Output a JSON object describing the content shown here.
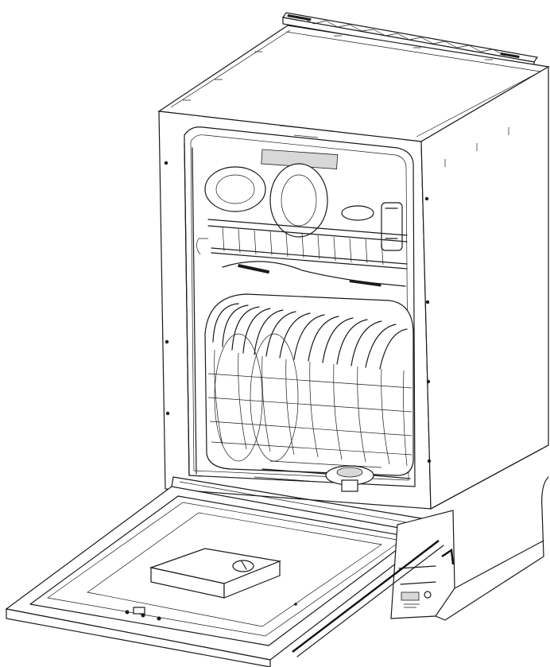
{
  "diagram": {
    "parts": [
      "mounting-bracket",
      "cabinet-body",
      "inner-tub",
      "upper-spray-arm",
      "top-basket",
      "bottom-basket",
      "plate-rack-tines",
      "lower-spray-arm",
      "open-door",
      "detergent-dispenser",
      "kickplate",
      "side-rail",
      "cabinet-side-outline"
    ]
  }
}
